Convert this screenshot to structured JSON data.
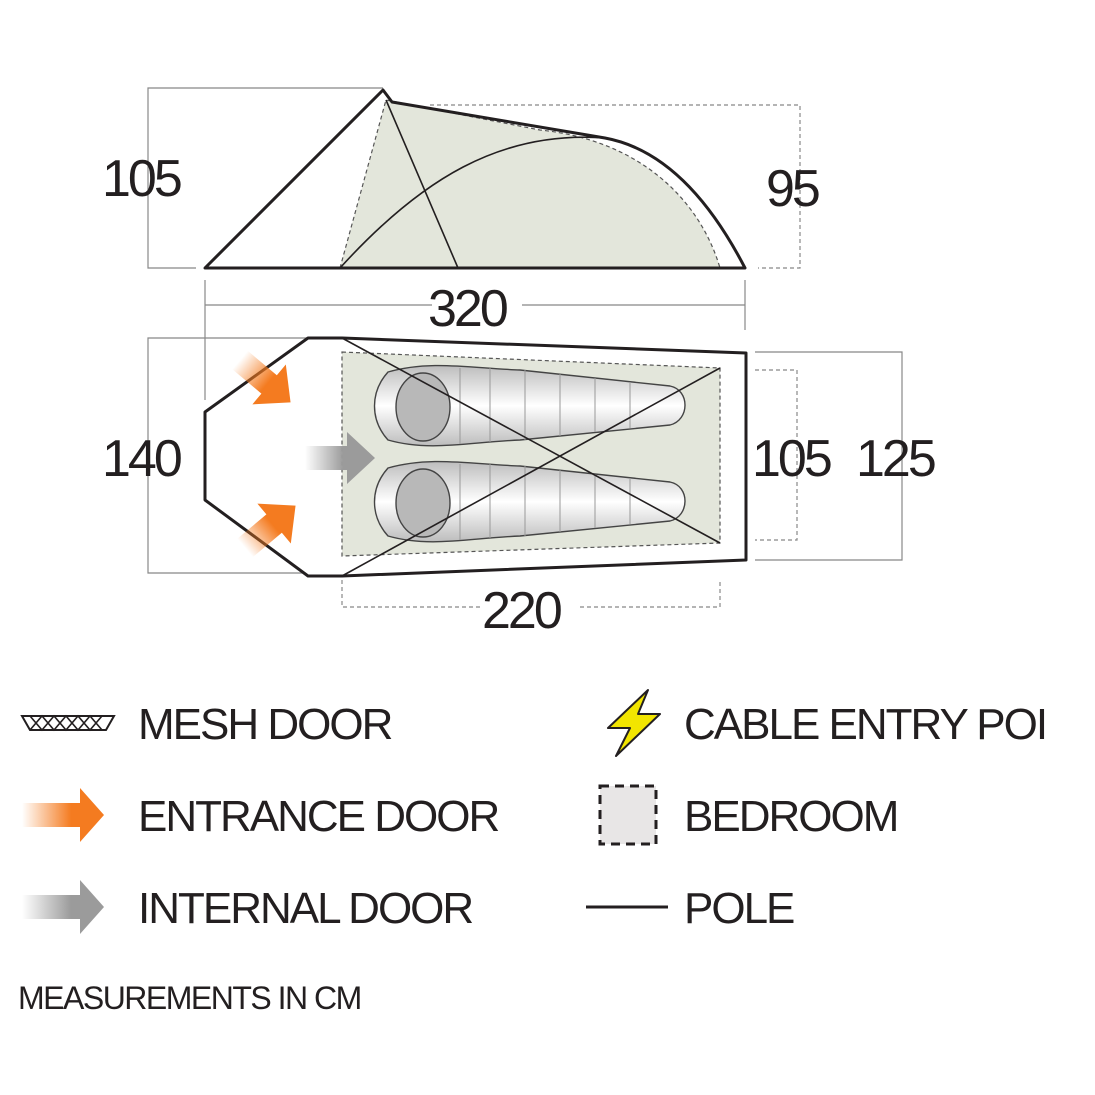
{
  "dimensions": {
    "side_height_front": "105",
    "side_height_rear": "95",
    "total_length": "320",
    "floor_width_front": "140",
    "inner_width": "105",
    "outer_width_rear": "125",
    "inner_length": "220"
  },
  "legend": {
    "mesh_door": "MESH DOOR",
    "entrance_door": "ENTRANCE DOOR",
    "internal_door": "INTERNAL DOOR",
    "cable_entry": "CABLE ENTRY POI",
    "bedroom": "BEDROOM",
    "pole": "POLE"
  },
  "footnote": "MEASUREMENTS IN CM",
  "colors": {
    "outline": "#231f20",
    "bedroom_fill": "#e3e6db",
    "entrance_arrow": "#f47b20",
    "internal_arrow": "#9b9b9b",
    "cable_bolt": "#f2e500",
    "bedroom_icon_fill": "#e8e6e6"
  },
  "icons": {
    "mesh_door": "mesh-door-icon",
    "entrance_door": "orange-arrow-icon",
    "internal_door": "gray-arrow-icon",
    "cable_entry": "lightning-bolt-icon",
    "bedroom": "dashed-square-icon",
    "pole": "line-icon"
  }
}
